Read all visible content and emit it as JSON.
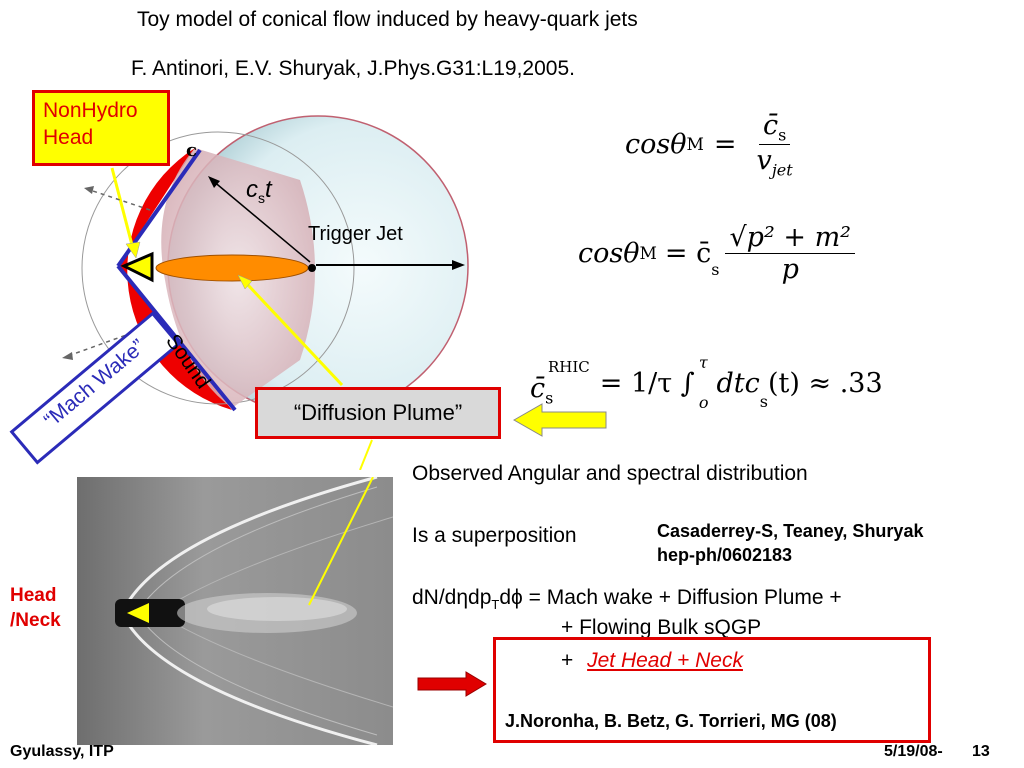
{
  "slide": {
    "title": "Toy model of conical flow induced by heavy-quark jets",
    "reference": "F. Antinori, E.V. Shuryak, J.Phys.G31:L19,2005.",
    "nonhydro_label_line1": "NonHydro",
    "nonhydro_label_line2": "Head",
    "c_label": "c",
    "cst_label_c": "c",
    "cst_label_s": "s",
    "cst_label_t": "t",
    "trigger_jet_label": "Trigger Jet",
    "sound_label": "Sound",
    "mach_wake_label": "“Mach Wake”",
    "diffusion_plume_label": "“Diffusion Plume”",
    "head_neck_label_line1": "Head",
    "head_neck_label_line2": "/Neck"
  },
  "equations": {
    "eq1_lhs": "cosθ",
    "eq1_sub": "M",
    "eq1_eq": "=",
    "eq1_num": "c̄",
    "eq1_num_sub": "s",
    "eq1_den": "v",
    "eq1_den_sub": "jet",
    "eq2_lhs": "cosθ",
    "eq2_sub": "M",
    "eq2_rhs": "= c̄",
    "eq2_rhs_sub": "s",
    "eq2_num": "√p² + m²",
    "eq2_den": "p",
    "eq3_lhs": "c̄",
    "eq3_sup": "RHIC",
    "eq3_sub": "s",
    "eq3_rhs": "= 1/τ ∫",
    "eq3_upper": "τ",
    "eq3_lower": "o",
    "eq3_tail": "dtc",
    "eq3_tail_sub": "s",
    "eq3_end": "(t) ≈ .33"
  },
  "body": {
    "observed": "Observed Angular and spectral distribution",
    "superposition": "Is a superposition",
    "casaderrey": "Casaderrey-S, Teaney, Shuryak",
    "hep": "hep-ph/0602183",
    "dn_prefix": "dN/d",
    "eta": "η",
    "dp": "dp",
    "dp_sub": "T",
    "d": "d",
    "phi": "ϕ",
    "dn_suffix": " = Mach wake + Diffusion Plume +",
    "line2": "+ Flowing Bulk sQGP",
    "line3_plus": "+",
    "line3_jet": "Jet Head + Neck",
    "noronha": "J.Noronha, B. Betz, G. Torrieri, MG (08)"
  },
  "footer": {
    "left": "Gyulassy, ITP",
    "date": "5/19/08-",
    "page": "13"
  },
  "colors": {
    "red": "#e00000",
    "yellow": "#ffff00",
    "blue": "#2b2bb8",
    "orange": "#ff8c00",
    "sphere": "#dff0f4"
  }
}
